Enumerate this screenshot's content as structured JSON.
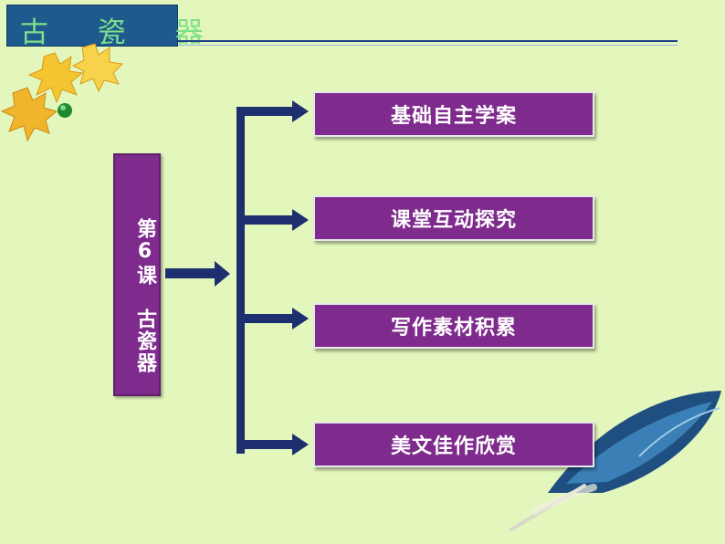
{
  "header": {
    "title": "古 瓷 器"
  },
  "left_box": {
    "text": "第6课　古瓷器"
  },
  "menu": {
    "items": [
      {
        "label": "基础自主学案"
      },
      {
        "label": "课堂互动探究"
      },
      {
        "label": "写作素材积累"
      },
      {
        "label": "美文佳作欣赏"
      }
    ]
  },
  "colors": {
    "background": "#e3f7bd",
    "box": "#7f2b8e",
    "title_bg": "#1f5a8f",
    "arrow": "#1d2f6e"
  }
}
